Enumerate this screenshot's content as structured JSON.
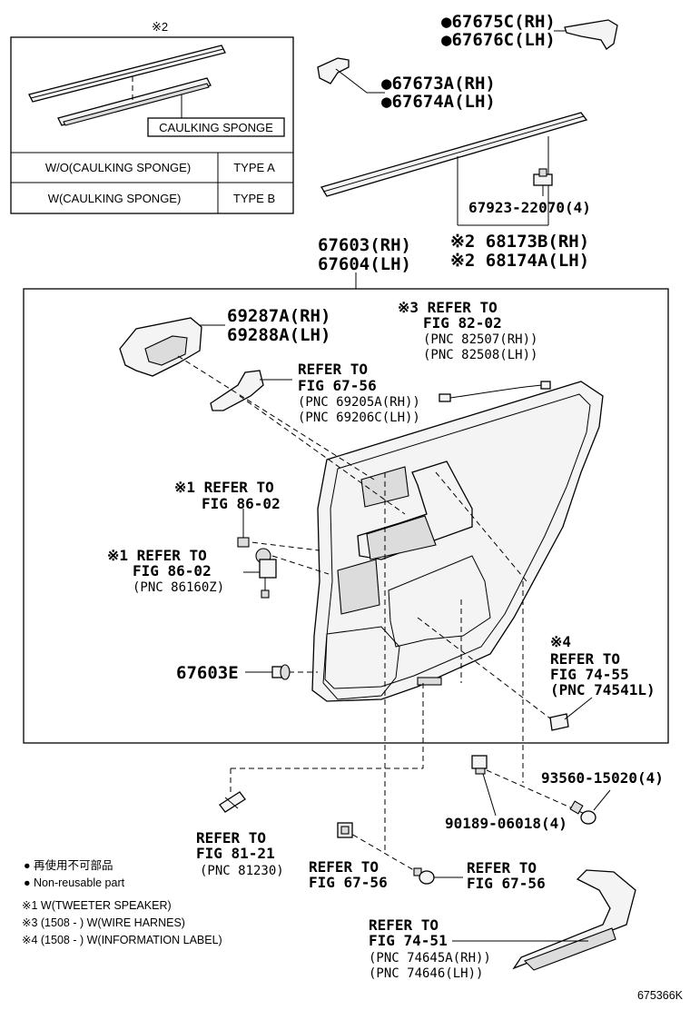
{
  "type_table": {
    "note_mark": "※2",
    "callout": "CAULKING SPONGE",
    "rows": [
      {
        "condition": "W/O(CAULKING SPONGE)",
        "type": "TYPE A"
      },
      {
        "condition": "W(CAULKING SPONGE)",
        "type": "TYPE B"
      }
    ]
  },
  "labels": {
    "p67675": "●67675C(RH)",
    "p67676": "●67676C(LH)",
    "p67673": "●67673A(RH)",
    "p67674": "●67674A(LH)",
    "p67923": "67923-22070(4)",
    "p68173": "※2 68173B(RH)",
    "p68174": "※2 68174A(LH)",
    "p67603": "67603(RH)",
    "p67604": "67604(LH)",
    "p69287": "69287A(RH)",
    "p69288": "69288A(LH)",
    "ref8202_1": "※3 REFER TO",
    "ref8202_2": "FIG 82-02",
    "ref8202_3": "(PNC 82507(RH))",
    "ref8202_4": "(PNC 82508(LH))",
    "ref6756a_1": "REFER TO",
    "ref6756a_2": "FIG 67-56",
    "ref6756a_3": "(PNC 69205A(RH))",
    "ref6756a_4": "(PNC 69206C(LH))",
    "ref8602a_1": "※1 REFER TO",
    "ref8602a_2": "FIG 86-02",
    "ref8602b_1": "※1 REFER TO",
    "ref8602b_2": "FIG 86-02",
    "ref8602b_3": "(PNC 86160Z)",
    "p67603e": "67603E",
    "ref7455_0": "※4",
    "ref7455_1": "REFER TO",
    "ref7455_2": "FIG 74-55",
    "ref7455_3": "(PNC 74541L)",
    "p93560": "93560-15020(4)",
    "p90189": "90189-06018(4)",
    "ref8121_1": "REFER TO",
    "ref8121_2": "FIG 81-21",
    "ref8121_3": "(PNC 81230)",
    "ref6756b_1": "REFER TO",
    "ref6756b_2": "FIG 67-56",
    "ref6756c_1": "REFER TO",
    "ref6756c_2": "FIG 67-56",
    "ref7451_1": "REFER TO",
    "ref7451_2": "FIG 74-51",
    "ref7451_3": "(PNC 74645A(RH))",
    "ref7451_4": "(PNC 74646(LH))"
  },
  "legend": {
    "jp": "● 再使用不可部品",
    "en": "● Non-reusable part",
    "n1": "※1 W(TWEETER SPEAKER)",
    "n3": "※3 (1508 -     ) W(WIRE HARNES)",
    "n4": "※4 (1508 -     ) W(INFORMATION LABEL)"
  },
  "drawing_number": "675366K"
}
